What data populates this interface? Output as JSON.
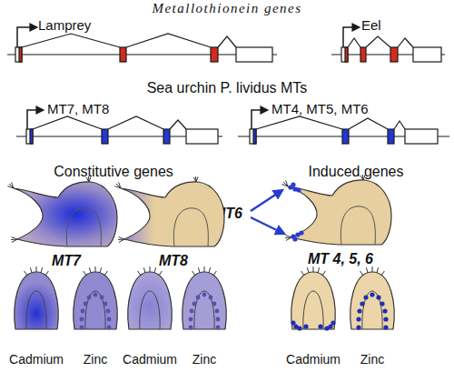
{
  "diagram": {
    "title": "Metallothionein genes",
    "nodes": [
      {
        "text": [
          "MT7"
        ]
      },
      {
        "text": [
          "MT8"
        ]
      },
      {
        "text": [
          "MT 4, 5, 6"
        ]
      },
      {
        "text": [
          "Cadmium"
        ]
      },
      {
        "text": [
          "Zinc"
        ]
      },
      {
        "text": [
          "Cadmium"
        ]
      },
      {
        "text": [
          "Zinc"
        ]
      },
      {
        "text": [
          "Cadmium"
        ]
      },
      {
        "text": [
          "Zinc"
        ]
      }
    ],
    "labels": [
      "Lamprey",
      "Eel",
      "Sea urchin P. lividus MTs",
      "MT7, MT8",
      "MT4, MT5, MT6",
      "Constitutive genes",
      "Induced genes",
      "MT6"
    ]
  }
}
